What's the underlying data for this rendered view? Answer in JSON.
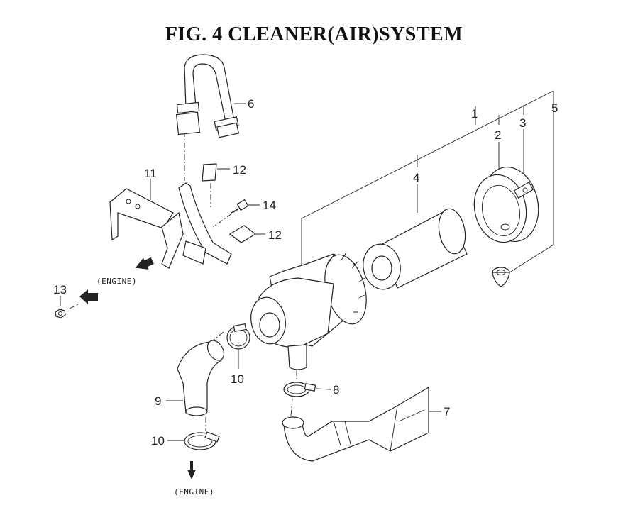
{
  "title": "FIG. 4  CLEANER(AIR)SYSTEM",
  "callouts": {
    "c1": "1",
    "c2": "2",
    "c3": "3",
    "c4": "4",
    "c5": "5",
    "c6": "6",
    "c7": "7",
    "c8": "8",
    "c9": "9",
    "c10a": "10",
    "c10b": "10",
    "c11": "11",
    "c12a": "12",
    "c12b": "12",
    "c13": "13",
    "c14": "14"
  },
  "engine_labels": {
    "upper": "(ENGINE)",
    "lower": "(ENGINE)"
  }
}
